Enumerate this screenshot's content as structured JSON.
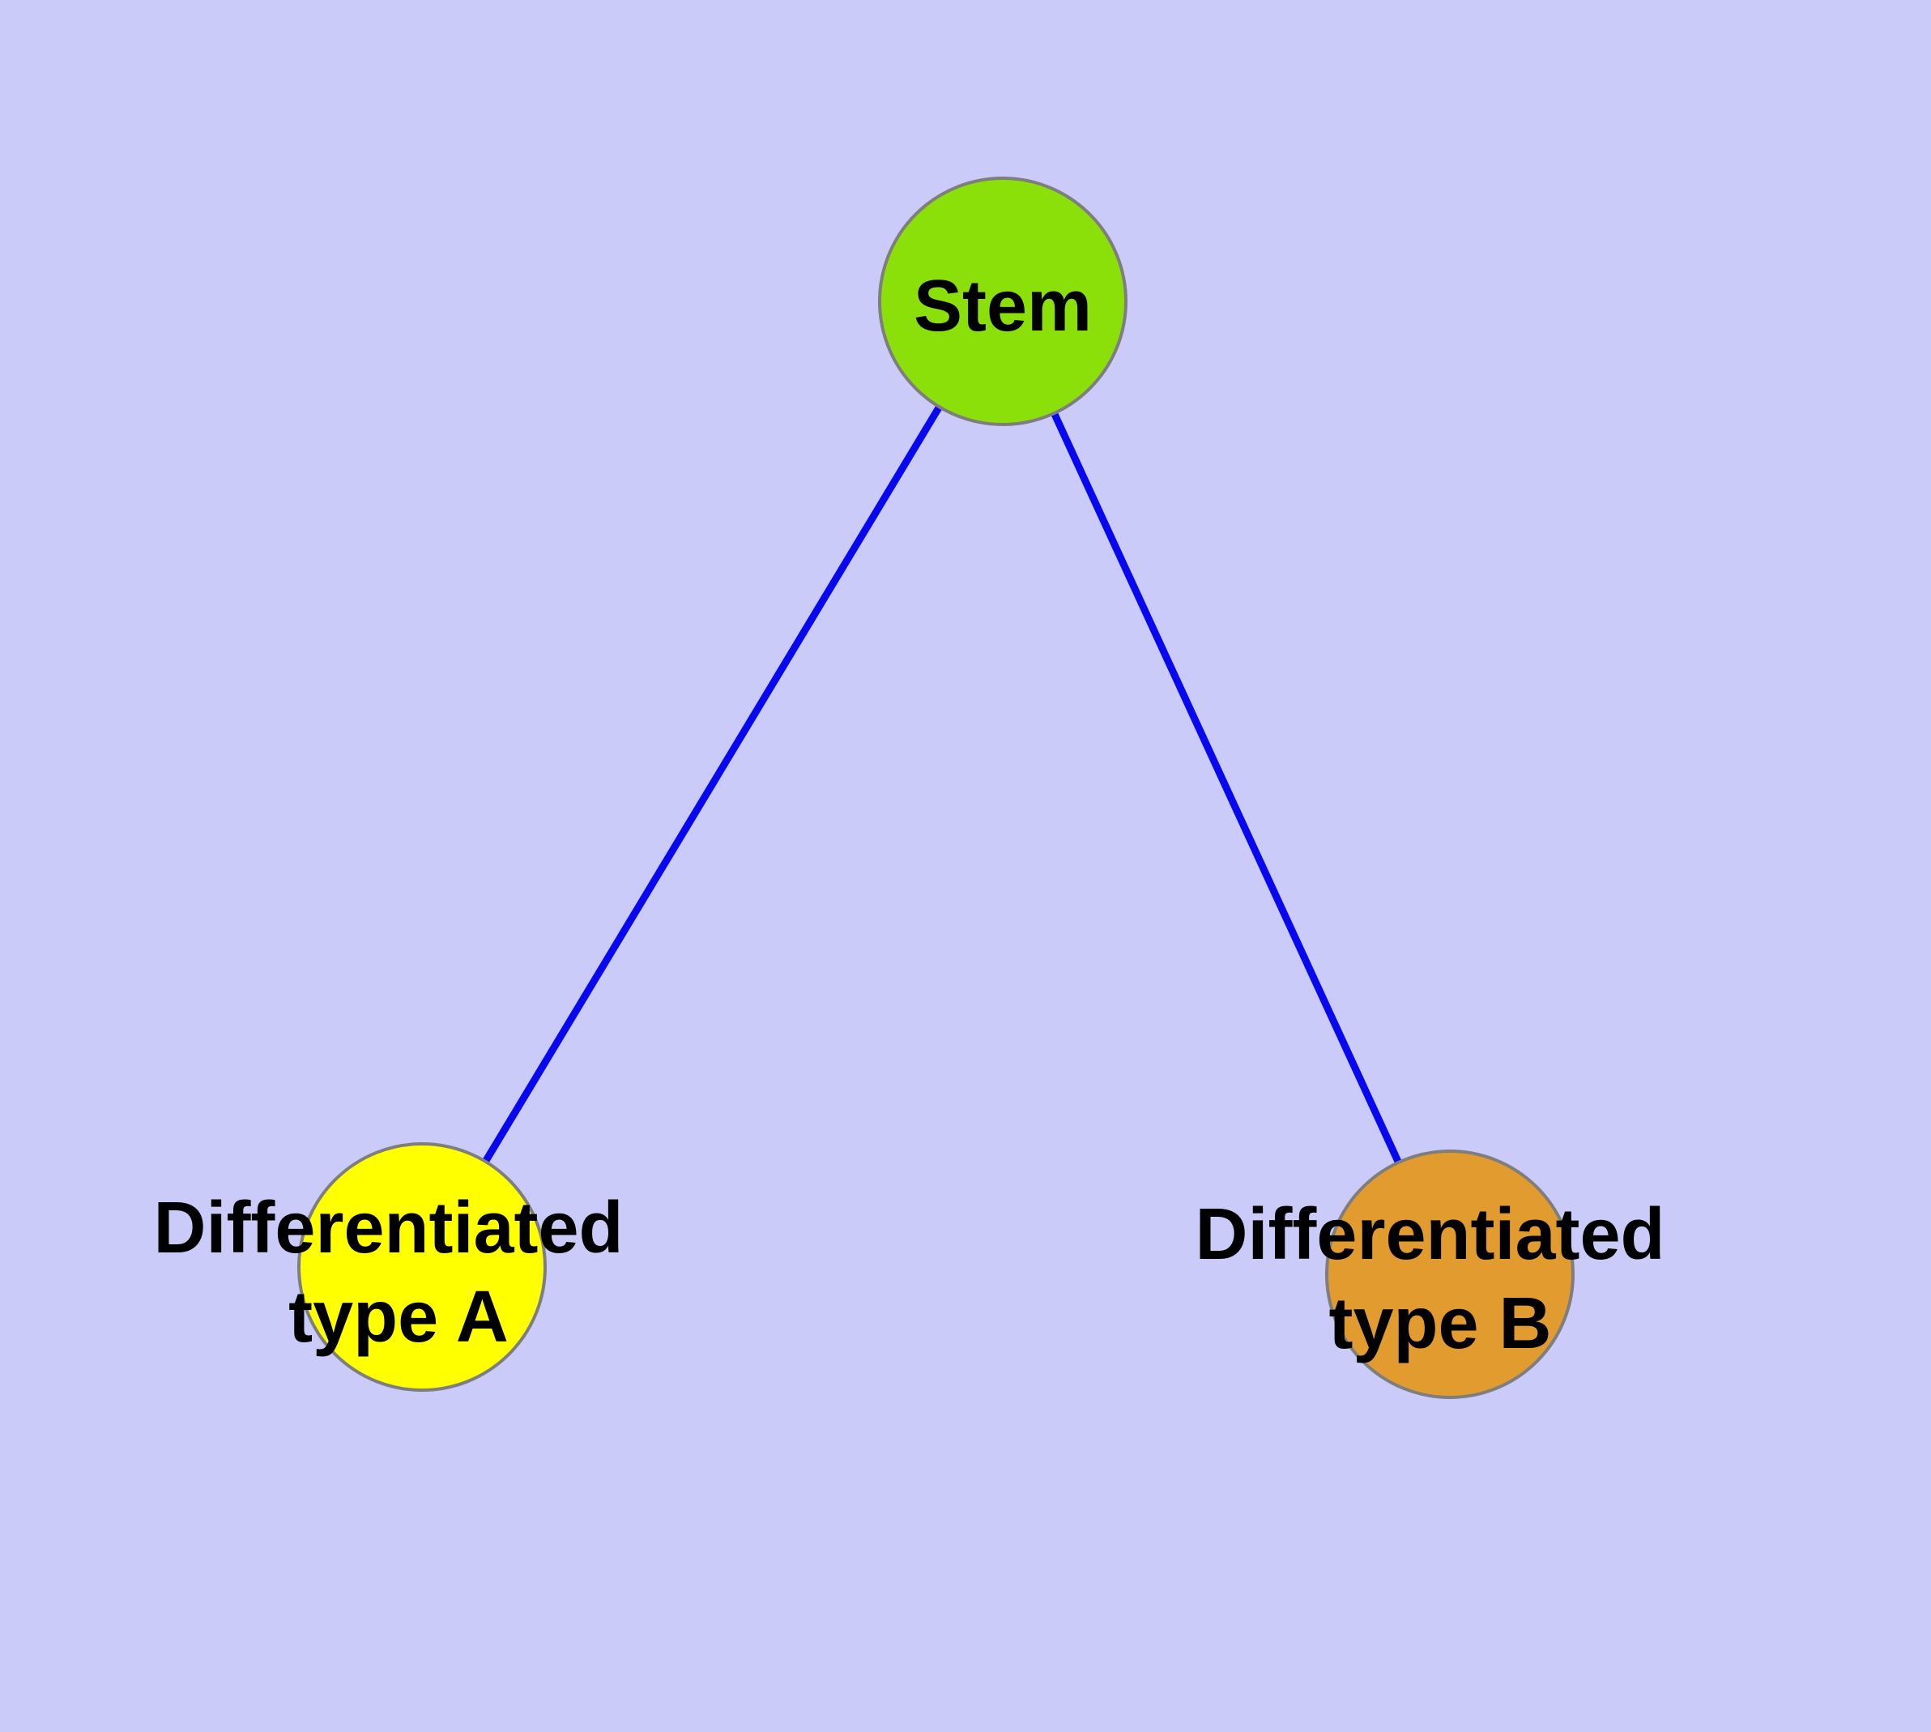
{
  "diagram": {
    "background_color": "#CBCBFA",
    "edge_color": "#0808F0",
    "node_border_color": "#7E7E7E",
    "label_color": "#000000",
    "nodes": [
      {
        "id": "stem",
        "label": "Stem",
        "fill": "#8CE00A"
      },
      {
        "id": "differentiated-type-a",
        "label_line1": "Differentiated",
        "label_line2": "type A",
        "fill": "#FFFF00"
      },
      {
        "id": "differentiated-type-b",
        "label_line1": "Differentiated",
        "label_line2": "type B",
        "fill": "#E29B2E"
      }
    ],
    "edges": [
      {
        "from": "stem",
        "to": "differentiated-type-a"
      },
      {
        "from": "stem",
        "to": "differentiated-type-b"
      }
    ]
  }
}
